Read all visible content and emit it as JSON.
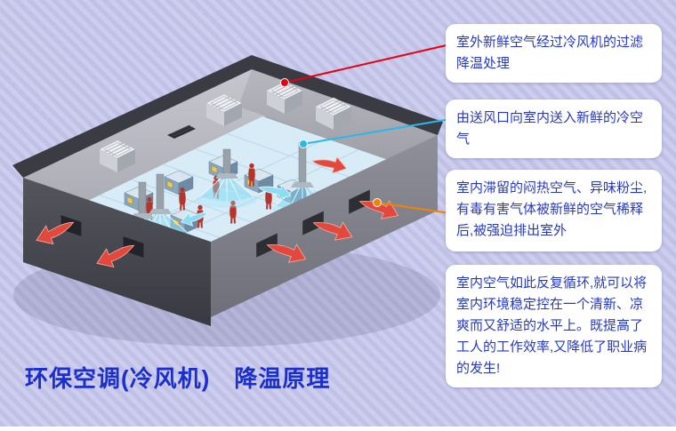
{
  "background": {
    "stripe_light": "#cdcdef",
    "stripe_dark": "#c1c1e6"
  },
  "title": {
    "text": "环保空调(冷风机)　降温原理",
    "color": "#1c2fca"
  },
  "callouts": [
    {
      "text": "室外新鲜空气经过冷风机的过滤降温处理",
      "connector_color": "#e60012"
    },
    {
      "text": "由送风口向室内送入新鲜的冷空气",
      "connector_color": "#2bb8e8"
    },
    {
      "text": "室内滞留的闷热空气、异味粉尘,有毒有害气体被新鲜的空气稀释后,被强迫排出室外",
      "connector_color": "#f08300"
    },
    {
      "text": "室内空气如此反复循环,就可以将室内环境稳定控在一个清新、凉爽而又舒适的水平上。既提高了工人的工作效率,又降低了职业病的发生!",
      "connector_color": ""
    }
  ],
  "diagram": {
    "fresh_air_color": "#8edcf4",
    "exhaust_air_color": "#e2483b",
    "rooftop_unit_count": 4
  }
}
